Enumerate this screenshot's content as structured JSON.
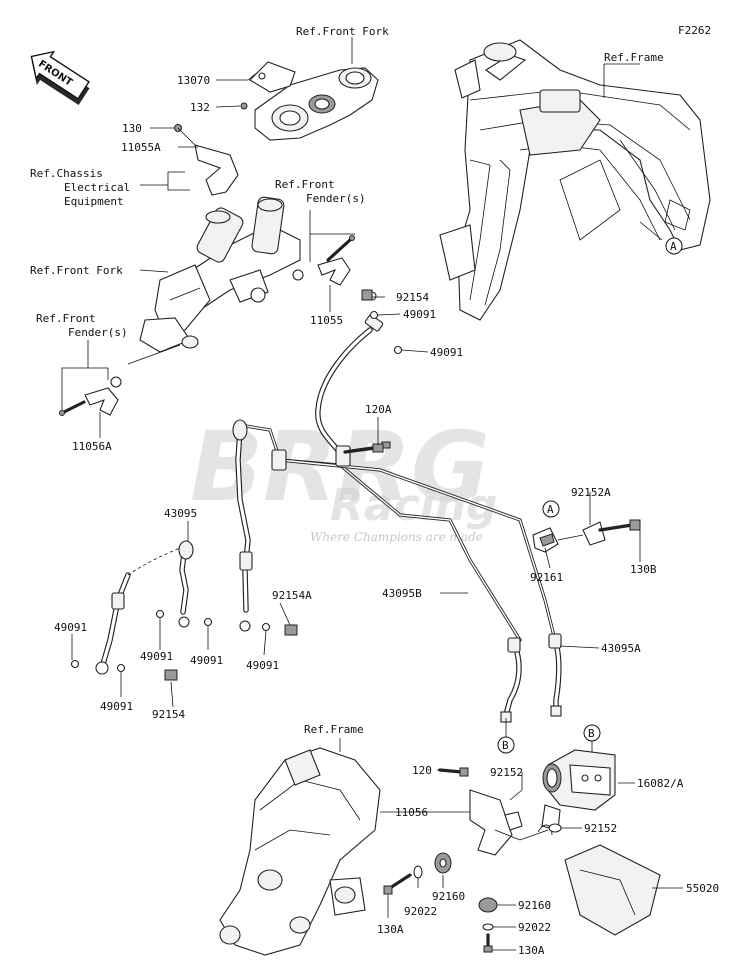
{
  "figure_code": "F2262",
  "front_badge": "FRONT",
  "watermark": {
    "brand": "BRRG",
    "sub": "Racing",
    "tagline": "Where Champions are made"
  },
  "circle_refs": [
    "A",
    "B"
  ],
  "ref_labels": {
    "front_fork_top": "Ref.Front Fork",
    "frame_top": "Ref.Frame",
    "chassis": [
      "Ref.Chassis",
      "Electrical",
      "Equipment"
    ],
    "front_fender_r": [
      "Ref.Front",
      "Fender(s)"
    ],
    "front_fork_mid": "Ref.Front Fork",
    "front_fender_l": [
      "Ref.Front",
      "Fender(s)"
    ],
    "frame_bottom": "Ref.Frame"
  },
  "part_labels": {
    "p13070": "13070",
    "p132": "132",
    "p130": "130",
    "p11055A": "11055A",
    "p92154_top": "92154",
    "p49091_top1": "49091",
    "p49091_top2": "49091",
    "p11055": "11055",
    "p11056A": "11056A",
    "p120A": "120A",
    "p92152A": "92152A",
    "p92161": "92161",
    "p130B": "130B",
    "p43095": "43095",
    "p43095B": "43095B",
    "p43095A": "43095A",
    "p92154A": "92154A",
    "p49091_l1": "49091",
    "p49091_l2": "49091",
    "p49091_l3": "49091",
    "p49091_l4": "49091",
    "p49091_l5": "49091",
    "p92154_l": "92154",
    "p120": "120",
    "p92152_1": "92152",
    "p16082A": "16082/A",
    "p11056": "11056",
    "p92152_2": "92152",
    "p55020": "55020",
    "p92160_1": "92160",
    "p92160_2": "92160",
    "p92022_1": "92022",
    "p92022_2": "92022",
    "p130A_1": "130A",
    "p130A_2": "130A"
  }
}
